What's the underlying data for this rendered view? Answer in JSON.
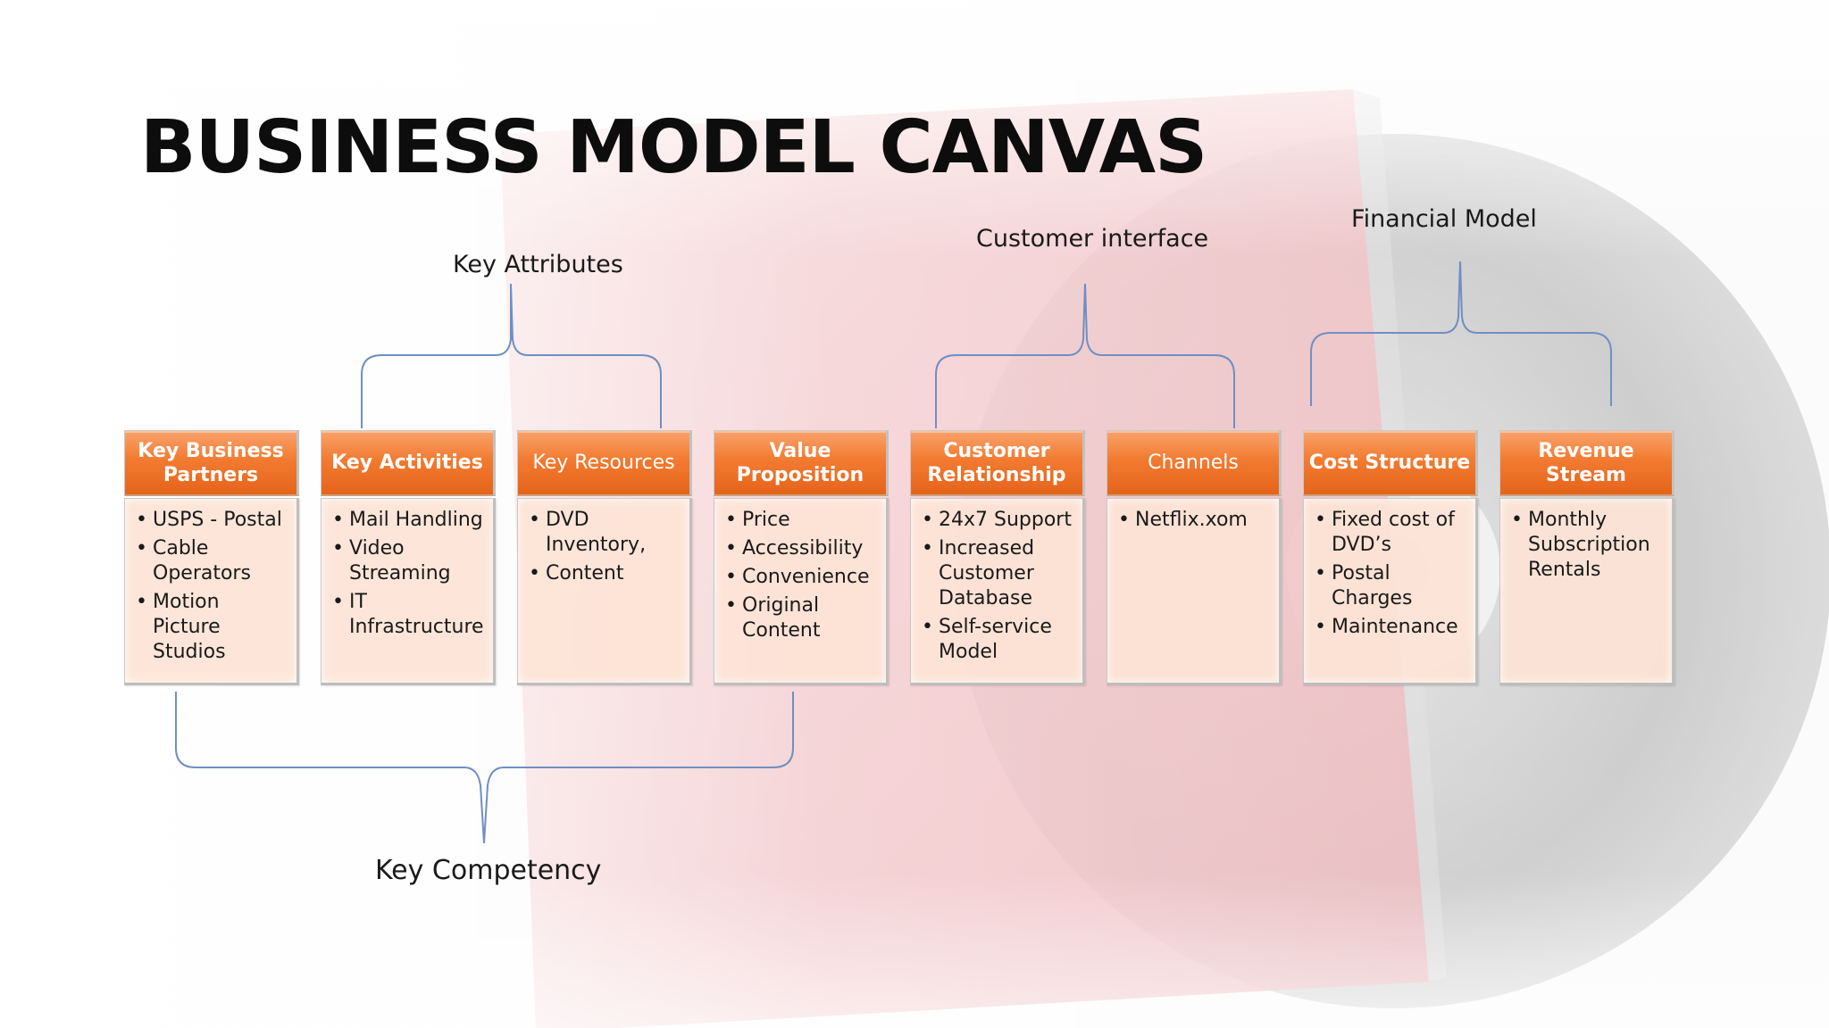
{
  "slide": {
    "title": "BUSINESS MODEL CANVAS",
    "group_labels": {
      "key_attributes": "Key Attributes",
      "customer_interface": "Customer interface",
      "financial_model": "Financial Model",
      "key_competency": "Key Competency"
    },
    "blocks": [
      {
        "title": "Key Business Partners",
        "items": [
          "USPS - Postal",
          "Cable Operators",
          "Motion Picture Studios"
        ]
      },
      {
        "title": "Key Activities",
        "items": [
          "Mail Handling",
          "Video Streaming",
          "IT Infrastructure"
        ]
      },
      {
        "title": "Key Resources",
        "items": [
          "DVD Inventory,",
          "Content"
        ]
      },
      {
        "title": "Value Proposition",
        "items": [
          "Price",
          "Accessibility",
          "Convenience",
          "Original Content"
        ]
      },
      {
        "title": "Customer Relationship",
        "items": [
          "24x7 Support",
          "Increased Customer Database",
          "Self-service Model"
        ]
      },
      {
        "title": "Channels",
        "items": [
          "Netflix.xom"
        ]
      },
      {
        "title": "Cost Structure",
        "items": [
          "Fixed cost of DVD’s",
          "Postal Charges",
          "Maintenance"
        ]
      },
      {
        "title": "Revenue Stream",
        "items": [
          "Monthly Subscription Rentals"
        ]
      }
    ]
  },
  "colors": {
    "header_orange": "#f27b31",
    "body_peach": "#fde4d6",
    "brace_blue": "#6f8fc4",
    "background_red": "#e9a1a6"
  }
}
